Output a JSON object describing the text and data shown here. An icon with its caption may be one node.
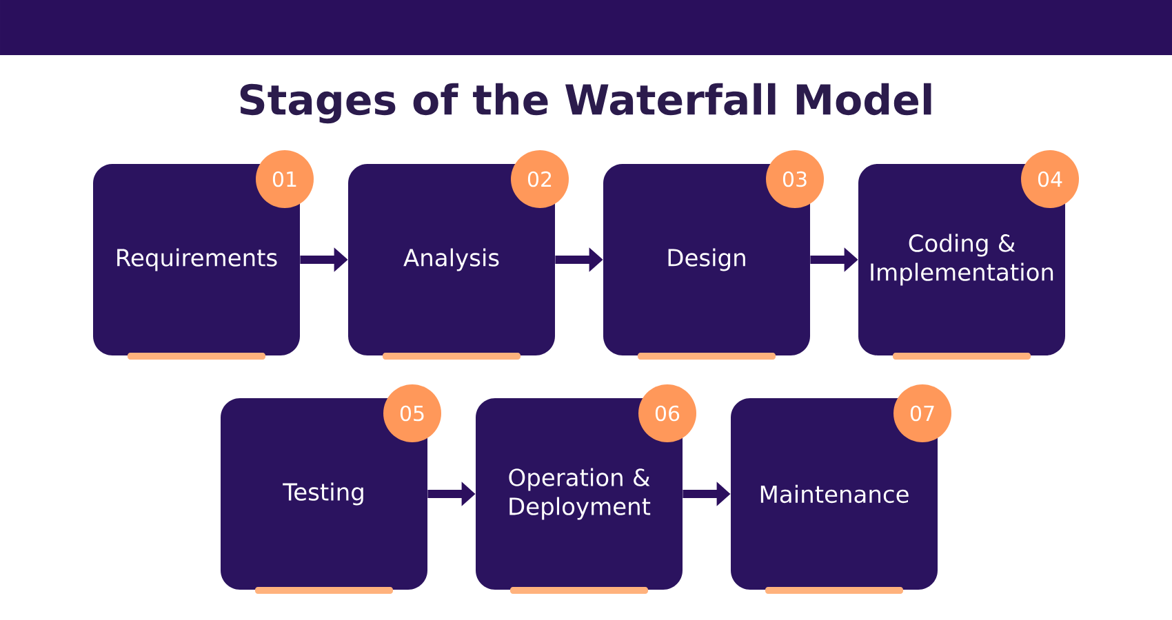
{
  "diagram": {
    "title": "Stages of the Waterfall Model",
    "nodes": [
      {
        "text": [
          "01",
          "Requirements"
        ]
      },
      {
        "text": [
          "02",
          "Analysis"
        ]
      },
      {
        "text": [
          "03",
          "Design"
        ]
      },
      {
        "text": [
          "04",
          "Coding & Implementation"
        ]
      },
      {
        "text": [
          "05",
          "Testing"
        ]
      },
      {
        "text": [
          "06",
          "Operation & Deployment"
        ]
      },
      {
        "text": [
          "07",
          "Maintenance"
        ]
      }
    ],
    "edges": [
      {
        "from": 0,
        "to": 1,
        "arrow": "to"
      },
      {
        "from": 1,
        "to": 2,
        "arrow": "to"
      },
      {
        "from": 2,
        "to": 3,
        "arrow": "to"
      },
      {
        "from": 4,
        "to": 5,
        "arrow": "to"
      },
      {
        "from": 5,
        "to": 6,
        "arrow": "to"
      }
    ]
  }
}
